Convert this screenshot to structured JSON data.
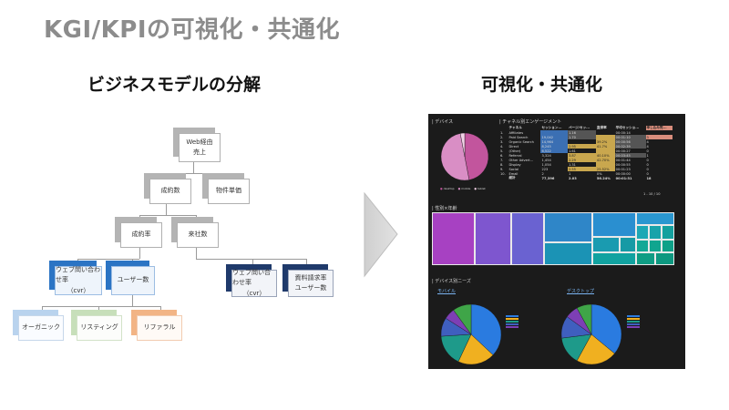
{
  "page": {
    "title": "KGI/KPIの可視化・共通化",
    "subtitle_left": "ビジネスモデルの分解",
    "subtitle_right": "可視化・共通化"
  },
  "tree": {
    "root": {
      "line1": "Web経由",
      "line2": "売上"
    },
    "level2": [
      "成約数",
      "物件単価"
    ],
    "level3": [
      "成約率",
      "来社数"
    ],
    "level4": [
      {
        "line1": "ウェブ問い合わせ率",
        "line2": "（cvr）"
      },
      {
        "line1": "ユーザー数",
        "line2": ""
      },
      {
        "line1": "ウェブ問い合わせ率",
        "line2": "（cvr）"
      },
      {
        "line1": "資料請求率",
        "line2": "ユーザー数"
      }
    ],
    "level5": [
      "オーガニック",
      "リスティング",
      "リファラル"
    ]
  },
  "dashboard": {
    "device_title": "デバイス",
    "device_legend": [
      "desktop",
      "mobile",
      "tablet"
    ],
    "channel_title": "チャネル別エンゲージメント",
    "table_headers": [
      "",
      "チャネル",
      "セッション...",
      "ページ/セッ...",
      "直帰率",
      "平均セッショ...",
      "申し込み完..."
    ],
    "table_rows": [
      [
        "1.",
        "Affiliates",
        "",
        "1.16",
        "",
        "00:00:14",
        ""
      ],
      [
        "2.",
        "Paid Search",
        "19,042",
        "1.70",
        "",
        "00:01:10",
        "3"
      ],
      [
        "3.",
        "Organic Search",
        "14,964",
        "",
        "39.2%",
        "00:00:56",
        "4"
      ],
      [
        "4.",
        "Direct",
        "8,245",
        "2.95",
        "41.7%",
        "00:02:39",
        "4"
      ],
      [
        "5.",
        "(Other)",
        "6,522",
        "1.61",
        "",
        "00:00:27",
        "0"
      ],
      [
        "6.",
        "Referral",
        "3,324",
        "3.87",
        "40.10%",
        "00:03:45",
        "1"
      ],
      [
        "7.",
        "Other Advert...",
        "1,454",
        "2.29",
        "42.70%",
        "00:01:44",
        "0"
      ],
      [
        "8.",
        "Display",
        "1,054",
        "1.31",
        "",
        "00:00:55",
        "0"
      ],
      [
        "9.",
        "Social",
        "223",
        "2.55",
        "25.52%",
        "00:01:23",
        "0"
      ],
      [
        "10.",
        "Email",
        "2",
        "1",
        "0%",
        "00:00:00",
        "0"
      ]
    ],
    "table_total": [
      "",
      "総計",
      "77,396",
      "2.03",
      "56.24%",
      "00:01:31",
      "18"
    ],
    "pagination": "1 - 10 / 10",
    "gender_age_title": "性別×年齢",
    "device_age_title": "デバイス別ニーズ",
    "mobile_label": "モバイル",
    "desktop_label": "デスクトップ"
  },
  "chart_data": [
    {
      "type": "pie",
      "title": "デバイス",
      "categories": [
        "desktop",
        "mobile",
        "tablet"
      ],
      "values": [
        47,
        50,
        3
      ]
    },
    {
      "type": "pie",
      "title": "モバイル",
      "values": [
        37,
        20,
        17,
        10,
        6,
        10
      ]
    },
    {
      "type": "pie",
      "title": "デスクトップ",
      "values": [
        36,
        22,
        15,
        12,
        7,
        8
      ]
    }
  ]
}
